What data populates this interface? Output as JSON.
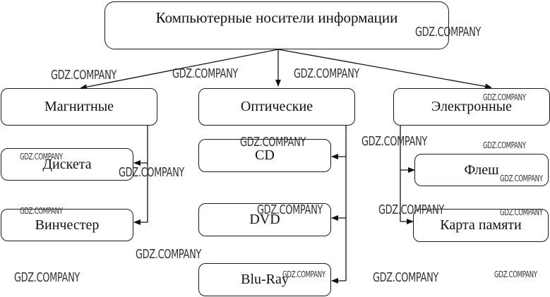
{
  "root": {
    "label": "Компьютерные носители информации"
  },
  "categories": [
    {
      "label": "Магнитные",
      "items": [
        {
          "label": "Дискета"
        },
        {
          "label": "Винчестер"
        }
      ]
    },
    {
      "label": "Оптические",
      "items": [
        {
          "label": "CD"
        },
        {
          "label": "DVD"
        },
        {
          "label": "Blu-Ray"
        }
      ]
    },
    {
      "label": "Электронные",
      "items": [
        {
          "label": "Флеш"
        },
        {
          "label": "Карта памяти"
        }
      ]
    }
  ],
  "watermark": "GDZ.COMPANY"
}
